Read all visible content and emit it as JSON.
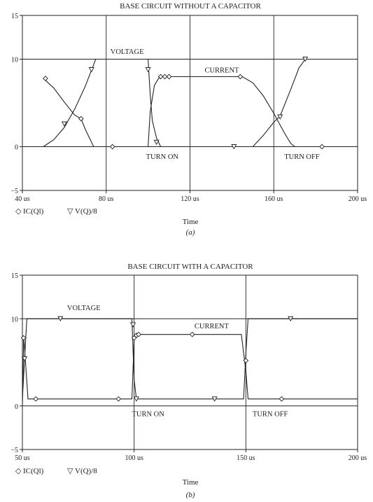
{
  "chart_data": [
    {
      "type": "line",
      "title": "BASE CIRCUIT WITHOUT A CAPACITOR",
      "xlabel": "Time",
      "caption": "(a)",
      "xlim": [
        40,
        200
      ],
      "ylim": [
        -5,
        15
      ],
      "x_ticks": [
        {
          "value": 40,
          "label": "40 us"
        },
        {
          "value": 80,
          "label": "80 us"
        },
        {
          "value": 120,
          "label": "120 us"
        },
        {
          "value": 160,
          "label": "160 us"
        },
        {
          "value": 200,
          "label": "200 us"
        }
      ],
      "y_ticks": [
        {
          "value": -5,
          "label": "−5"
        },
        {
          "value": 0,
          "label": "0"
        },
        {
          "value": 10,
          "label": "10"
        },
        {
          "value": 15,
          "label": "15"
        }
      ],
      "grid": true,
      "series": [
        {
          "name": "IC(Ql)",
          "marker": "diamond",
          "points": [
            [
              50,
              7.8
            ],
            [
              55,
              6.7
            ],
            [
              60,
              5.1
            ],
            [
              65,
              3.6
            ],
            [
              68,
              3.2
            ],
            [
              70,
              2.0
            ],
            [
              74,
              0
            ],
            [
              100,
              0
            ],
            [
              101,
              4
            ],
            [
              103,
              7
            ],
            [
              105,
              7.8
            ],
            [
              107,
              8.0
            ],
            [
              110,
              8.0
            ],
            [
              145,
              8.0
            ],
            [
              150,
              7.3
            ],
            [
              155,
              5.8
            ],
            [
              160,
              3.8
            ],
            [
              165,
              1.6
            ],
            [
              168,
              0.4
            ],
            [
              170,
              0
            ],
            [
              200,
              0
            ]
          ],
          "marker_points": [
            [
              51,
              7.8
            ],
            [
              68,
              3.2
            ],
            [
              83,
              0
            ],
            [
              106,
              8.0
            ],
            [
              108,
              8.0
            ],
            [
              110,
              8.0
            ],
            [
              144,
              8.0
            ],
            [
              183,
              0
            ]
          ]
        },
        {
          "name": "V(Q)/8",
          "marker": "triangle",
          "points": [
            [
              50,
              0
            ],
            [
              55,
              0.8
            ],
            [
              60,
              2.2
            ],
            [
              65,
              4.3
            ],
            [
              70,
              6.9
            ],
            [
              75,
              10
            ],
            [
              100,
              10
            ],
            [
              101,
              6
            ],
            [
              102,
              3
            ],
            [
              104,
              1
            ],
            [
              106,
              0
            ],
            [
              150,
              0
            ],
            [
              155,
              1.3
            ],
            [
              160,
              2.8
            ],
            [
              163,
              3.5
            ],
            [
              168,
              6.5
            ],
            [
              172,
              9
            ],
            [
              175,
              10
            ],
            [
              200,
              10
            ]
          ],
          "marker_points": [
            [
              60,
              2.6
            ],
            [
              73,
              8.8
            ],
            [
              100,
              8.8
            ],
            [
              104,
              0.5
            ],
            [
              141,
              0
            ],
            [
              163,
              3.4
            ],
            [
              175,
              10
            ]
          ]
        }
      ],
      "annotations": [
        {
          "text": "VOLTAGE",
          "x": 82,
          "y": 10.6
        },
        {
          "text": "CURRENT",
          "x": 127,
          "y": 8.5
        },
        {
          "text": "TURN ON",
          "x": 99,
          "y": -1.4
        },
        {
          "text": "TURN OFF",
          "x": 165,
          "y": -1.4
        }
      ],
      "legend": {
        "placement": "bottom-left",
        "entries": [
          {
            "marker": "◇",
            "label": "IC(Ql)"
          },
          {
            "marker": "▽",
            "label": "V(Q)/8"
          }
        ]
      }
    },
    {
      "type": "line",
      "title": "BASE CIRCUIT WITH A CAPACITOR",
      "xlabel": "Time",
      "caption": "(b)",
      "xlim": [
        50,
        200
      ],
      "ylim": [
        -5,
        15
      ],
      "x_ticks": [
        {
          "value": 50,
          "label": "50 us"
        },
        {
          "value": 100,
          "label": "100 us"
        },
        {
          "value": 150,
          "label": "150 us"
        },
        {
          "value": 200,
          "label": "200 us"
        }
      ],
      "y_ticks": [
        {
          "value": -5,
          "label": "−5"
        },
        {
          "value": 0,
          "label": "0"
        },
        {
          "value": 10,
          "label": "10"
        },
        {
          "value": 15,
          "label": "15"
        }
      ],
      "grid": true,
      "series": [
        {
          "name": "IC(Ql)",
          "marker": "diamond",
          "points": [
            [
              50,
              0
            ],
            [
              50.6,
              8
            ],
            [
              52.5,
              0.8
            ],
            [
              53,
              0.8
            ],
            [
              99,
              0.8
            ],
            [
              100,
              7.6
            ],
            [
              101,
              8
            ],
            [
              102,
              8.2
            ],
            [
              148,
              8.2
            ],
            [
              150,
              4
            ],
            [
              151,
              0.8
            ],
            [
              200,
              0.8
            ]
          ],
          "marker_points": [
            [
              50.5,
              7.8
            ],
            [
              56,
              0.8
            ],
            [
              93,
              0.8
            ],
            [
              100,
              7.8
            ],
            [
              101,
              8.1
            ],
            [
              102,
              8.2
            ],
            [
              126,
              8.2
            ],
            [
              150,
              5.2
            ],
            [
              166,
              0.8
            ]
          ]
        },
        {
          "name": "V(Q)/8",
          "marker": "triangle",
          "points": [
            [
              50,
              0.8
            ],
            [
              51,
              5.5
            ],
            [
              52,
              10
            ],
            [
              99,
              10
            ],
            [
              100,
              3
            ],
            [
              101,
              0.8
            ],
            [
              149,
              0.8
            ],
            [
              150,
              6
            ],
            [
              151,
              10
            ],
            [
              200,
              10
            ]
          ],
          "marker_points": [
            [
              51,
              5.4
            ],
            [
              67,
              10
            ],
            [
              99.5,
              9.3
            ],
            [
              101,
              0.8
            ],
            [
              136,
              0.8
            ],
            [
              170,
              10
            ]
          ]
        }
      ],
      "annotations": [
        {
          "text": "VOLTAGE",
          "x": 70,
          "y": 11
        },
        {
          "text": "CURRENT",
          "x": 127,
          "y": 8.9
        },
        {
          "text": "TURN ON",
          "x": 99,
          "y": -1.2
        },
        {
          "text": "TURN OFF",
          "x": 153,
          "y": -1.2
        }
      ],
      "legend": {
        "placement": "bottom-left",
        "entries": [
          {
            "marker": "◇",
            "label": "IC(Ql)"
          },
          {
            "marker": "▽",
            "label": "V(Q)/8"
          }
        ]
      }
    }
  ]
}
